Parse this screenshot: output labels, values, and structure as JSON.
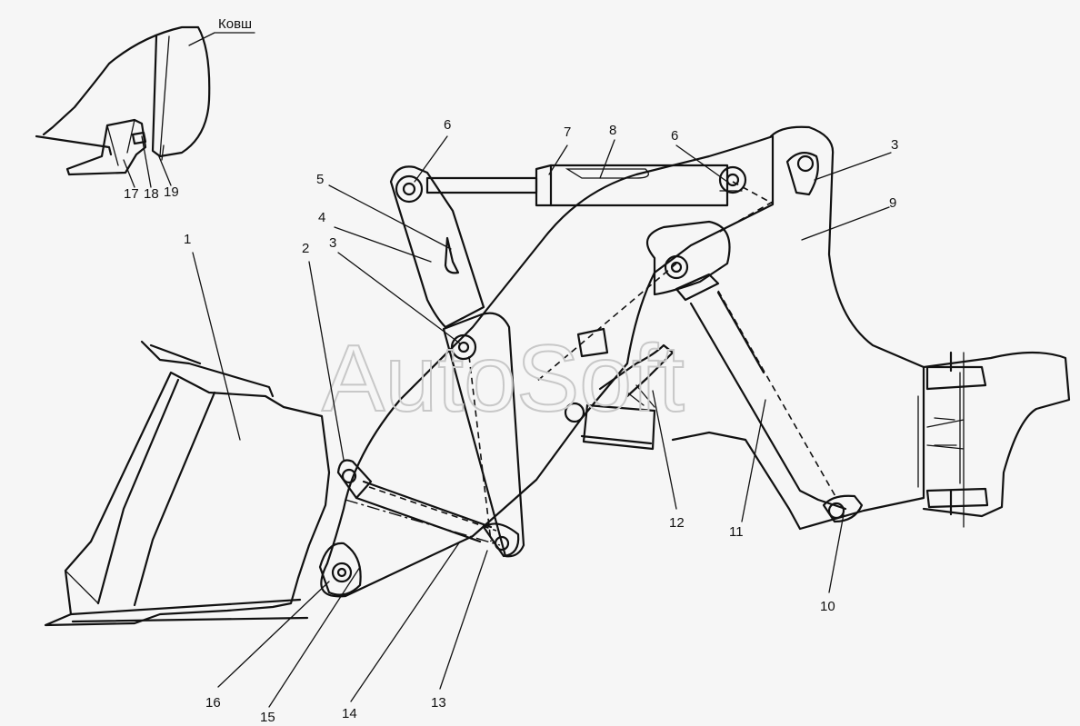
{
  "inset": {
    "title": "Ковш"
  },
  "watermark": "AutoSoft",
  "callouts": {
    "c1": "1",
    "c2": "2",
    "c3a": "3",
    "c3b": "3",
    "c4": "4",
    "c5": "5",
    "c6a": "6",
    "c6b": "6",
    "c7": "7",
    "c8": "8",
    "c9": "9",
    "c10": "10",
    "c11": "11",
    "c12": "12",
    "c13": "13",
    "c14": "14",
    "c15": "15",
    "c16": "16",
    "c17": "17",
    "c18": "18",
    "c19": "19"
  }
}
